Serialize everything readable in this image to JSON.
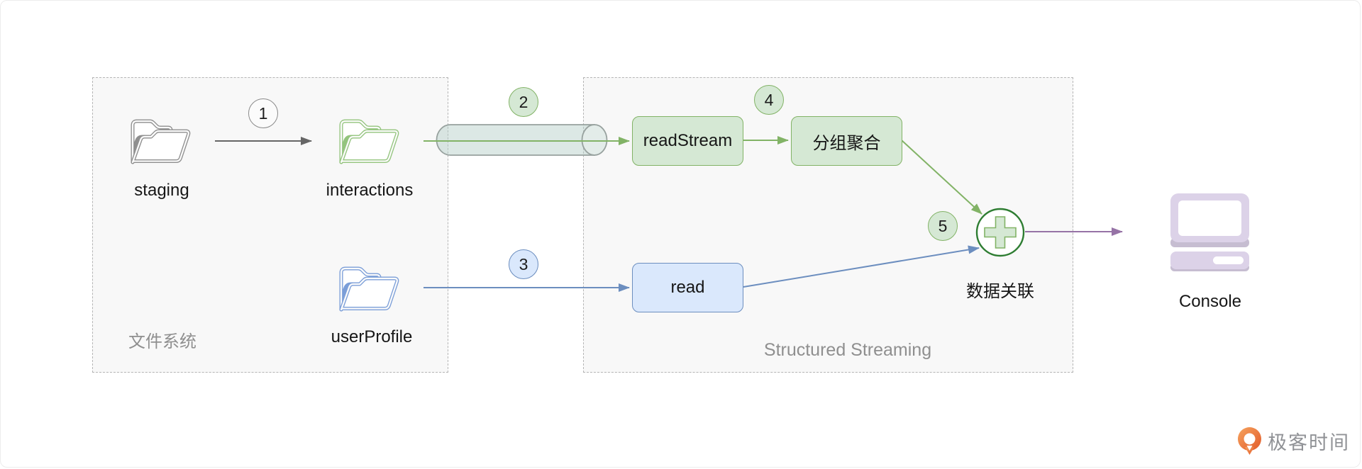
{
  "groups": {
    "file_system": {
      "label": "文件系统"
    },
    "structured_streaming": {
      "label": "Structured Streaming"
    }
  },
  "folders": {
    "staging": {
      "label": "staging"
    },
    "interactions": {
      "label": "interactions"
    },
    "user_profile": {
      "label": "userProfile"
    }
  },
  "steps": [
    {
      "label": "1",
      "style": "gray"
    },
    {
      "label": "2",
      "style": "green"
    },
    {
      "label": "3",
      "style": "blue"
    },
    {
      "label": "4",
      "style": "green"
    },
    {
      "label": "5",
      "style": "green"
    }
  ],
  "nodes": {
    "read_stream": {
      "label": "readStream"
    },
    "group_aggregate": {
      "label": "分组聚合"
    },
    "read": {
      "label": "read"
    },
    "join": {
      "label": "数据关联"
    }
  },
  "output": {
    "console_label": "Console"
  },
  "watermark": {
    "brand": "极客时间"
  },
  "colors": {
    "green_fill": "#d5e8d4",
    "green_stroke": "#82b366",
    "blue_fill": "#dae8fc",
    "blue_stroke": "#6c8ebf",
    "gray_stroke": "#666666",
    "purple_stroke": "#9673a6",
    "join_circle_stroke": "#2e7d32",
    "cylinder_fill": "#d5e3df",
    "console_icon_fill": "#dcd2e8",
    "brand_orange": "#e25a2a"
  }
}
